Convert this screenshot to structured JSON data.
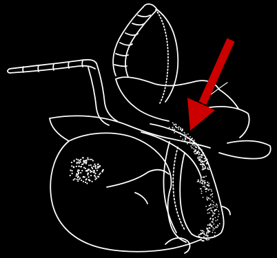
{
  "figure": {
    "background_color": "#000000",
    "line_color": "#ffffff",
    "arrow_color": "#cc0000",
    "has_text": false,
    "elements": [
      "insect-head-capsule",
      "antenna-right",
      "antenna-left",
      "maxillary-palp",
      "mouthpart-stylet",
      "stippled-patch",
      "leg",
      "annotation-arrow"
    ]
  }
}
